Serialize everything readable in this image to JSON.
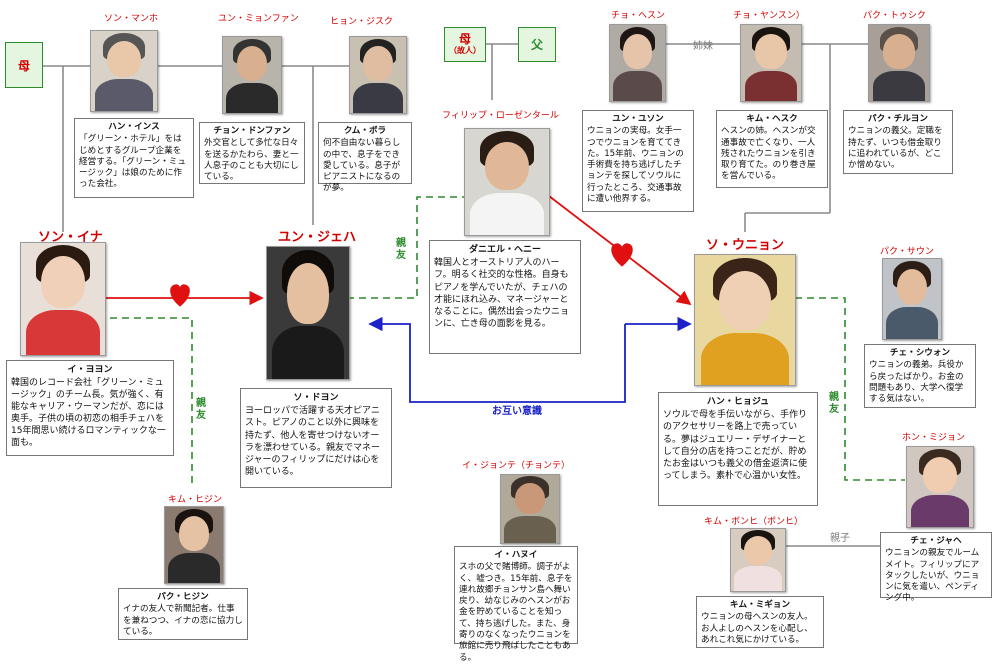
{
  "tags": {
    "mother": "母",
    "mother_deceased": "母",
    "deceased_note": "（故人）",
    "father": "父"
  },
  "relations": {
    "shinyu": "親友",
    "shimai": "姉妹",
    "otagai": "お互い意識",
    "oyako": "親子"
  },
  "people": {
    "han_ins": {
      "name": "ソン・マンホ",
      "role": "ハン・インス",
      "desc": "「グリーン・ホテル」をはじめとするグループ企業を経営する。「グリーン・ミュージック」は娘のために作った会社。"
    },
    "chon_donfan": {
      "name": "ユン・ミョンファン",
      "role": "チョン・ドンファン",
      "desc": "外交官として多忙な日々を送るかたわら、妻と一人息子のことも大切にしている。"
    },
    "kum_bora": {
      "name": "ヒョン・ジスク",
      "role": "クム・ボラ",
      "desc": "何不自由ない暮らしの中で、息子をでき愛している。息子がピアニストになるのが夢。"
    },
    "danieru": {
      "name": "フィリップ・ローゼンタール",
      "role": "ダニエル・ヘニー",
      "desc": "韓国人とオーストリア人のハーフ。明るく社交的な性格。自身もピアノを学んでいたが、チェハの才能にほれ込み、マネージャーとなることに。偶然出会ったウニョンに、亡き母の面影を見る。"
    },
    "yun_yuson": {
      "name": "チョ・ヘスン",
      "role": "ユン・ユソン",
      "desc": "ウニョンの実母。女手一つでウニョンを育ててきた。15年前、ウニョンの手術費を持ち逃げしたチョンテを探してソウルに行ったところ、交通事故に遭い他界する。"
    },
    "kim_hesuku": {
      "name": "チョ・ヤンスン）",
      "role": "キム・ヘスク",
      "desc": "ヘスンの姉。ヘスンが交通事故で亡くなり、一人残されたウニョンを引き取り育てた。のり巻き屋を営んでいる。"
    },
    "paku_chiruyon": {
      "name": "パク・トゥシク",
      "role": "パク・チルヨン",
      "desc": "ウニョンの義父。定職を持たず、いつも借金取りに追われているが、どこか憎めない。"
    },
    "ina": {
      "name": "ソン・イナ",
      "role": "イ・ヨヨン",
      "desc": "韓国のレコード会社「グリーン・ミュージック」のチーム長。気が強く、有能なキャリア・ウーマンだが、恋には奥手。子供の頃の初恋の相手チェハを15年間思い続けるロマンティックな一面も。"
    },
    "jeha": {
      "name": "ユン・ジェハ",
      "role": "ソ・ドヨン",
      "desc": "ヨーロッパで活躍する天才ピアニスト。ピアノのこと以外に興味を持たず、他人を寄せつけないオーラを漂わせている。親友でマネージャーのフィリップにだけは心を開いている。"
    },
    "uniyon": {
      "name": "ソ・ウニョン",
      "role": "ハン・ヒョジュ",
      "desc": "ソウルで母を手伝いながら、手作りのアクセサリーを路上で売っている。夢はジュエリー・デザイナーとして自分の店を持つことだが、貯めたお金はいつも義父の借金返済に使ってしまう。素朴で心温かい女性。"
    },
    "saun": {
      "name": "パク・サウン",
      "role": "チェ・シウォン",
      "desc": "ウニョンの義弟。兵役から戻ったばかり。お金の問題もあり、大学へ復学する気はない。"
    },
    "mijon": {
      "name": "ホン・ミジョン",
      "role": "チェ・ジャヘ",
      "desc": "ウニョンの親友でルームメイト。フィリップにアタックしたいが、ウニョンに気を遣い、ペンディング中。"
    },
    "hijin": {
      "name": "キム・ヒジン",
      "role": "パク・ヒジン",
      "desc": "イナの友人で新聞記者。仕事を兼ねつつ、イナの恋に協力している。"
    },
    "chonte": {
      "name": "イ・ジョンテ（チョンテ）",
      "role": "イ・ハヌイ",
      "desc": "スホの父で賭博師。調子がよく、嘘つき。15年前、息子を連れ故郷チョンサン島へ舞い戻り、幼なじみのヘスンがお金を貯めていることを知って、持ち逃げした。また、身寄りのなくなったウニョンを旅館に売り飛ばしたこともある。"
    },
    "ponhi": {
      "name": "キム・ボンヒ（ボンヒ）",
      "role": "キム・ミギョン",
      "desc": "ウニョンの母ヘスンの友人。お人よしのヘスンを心配し、あれこれ気にかけている。"
    }
  },
  "colors": {
    "name_red": "#d40000",
    "line_green": "#2d8a2d",
    "line_gray": "#8a8a8a",
    "arrow_red": "#e01010",
    "arrow_blue": "#1a22c8"
  }
}
